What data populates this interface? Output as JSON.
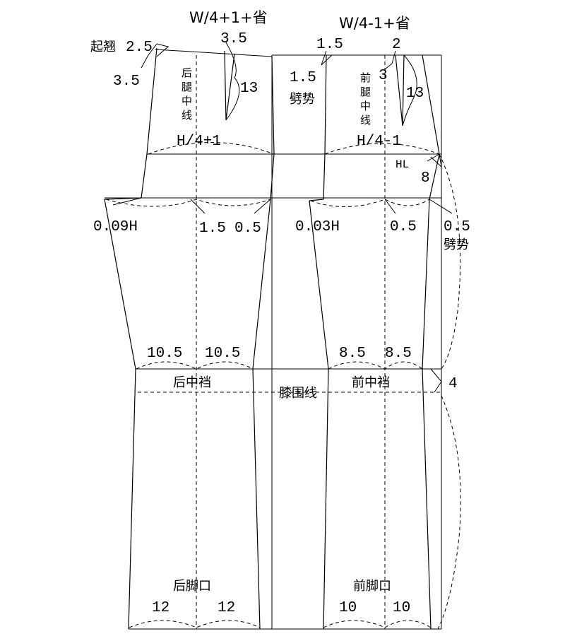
{
  "diagram": {
    "waist": {
      "back_formula": "W/4+1+省",
      "front_formula": "W/4-1+省",
      "back_dart_width": "3.5",
      "front_dart_width": "2",
      "back_dart_length": "13",
      "front_dart_length": "13",
      "back_rise_label": "起翘",
      "back_rise_value": "2.5",
      "back_rise_offset": "3.5",
      "front_side_value": "1.5",
      "front_inner_value": "1.5",
      "front_pleat_label": "劈势",
      "front_small_value": "3"
    },
    "hip": {
      "back_formula": "H/4+1",
      "front_formula": "H/4-1",
      "hl_label": "HL",
      "side_value": "8"
    },
    "crotch": {
      "back_crotch": "0.09H",
      "back_mid_left": "1.5",
      "back_mid_right": "0.5",
      "front_crotch": "0.03H",
      "front_mid": "0.5",
      "side_value": "0.5",
      "side_label": "劈势"
    },
    "knee": {
      "back_left": "10.5",
      "back_right": "10.5",
      "front_left": "8.5",
      "front_right": "8.5",
      "back_label": "后中裆",
      "front_label": "前中裆",
      "knee_line_label": "膝围线",
      "side_value": "4"
    },
    "hem": {
      "back_label": "后脚口",
      "front_label": "前脚口",
      "back_left": "12",
      "back_right": "12",
      "front_left": "10",
      "front_right": "10"
    },
    "center_lines": {
      "back_chars": [
        "后",
        "腿",
        "中",
        "线"
      ],
      "front_chars": [
        "前",
        "腿",
        "中",
        "线"
      ]
    }
  }
}
